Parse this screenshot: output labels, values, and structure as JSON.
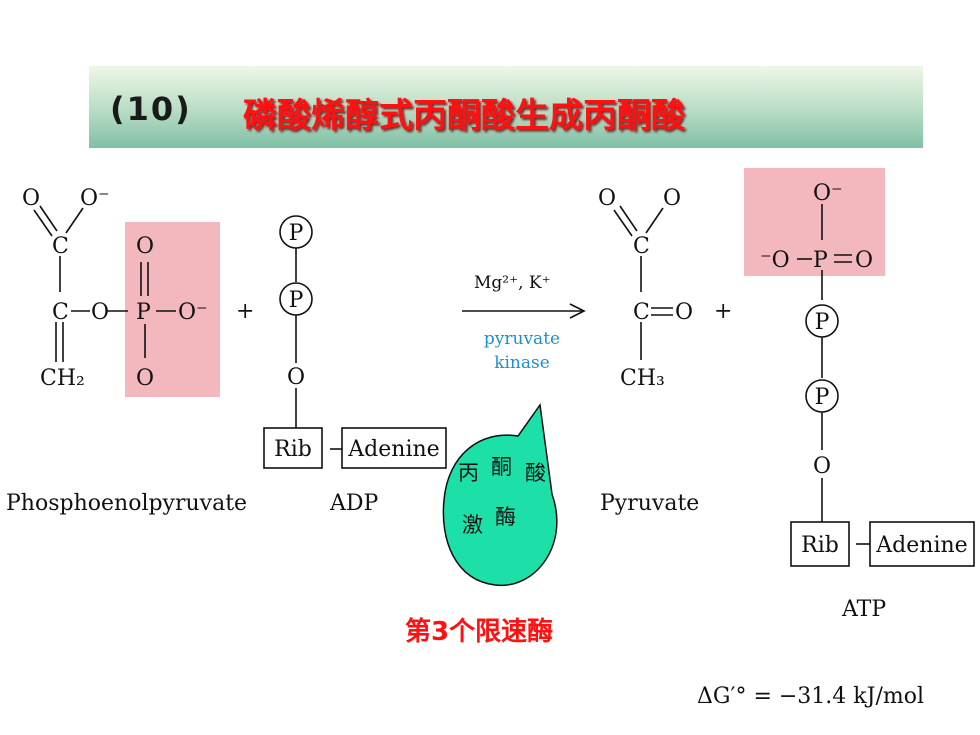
{
  "title": {
    "number": "(10)",
    "text": "磷酸烯醇式丙酮酸生成丙酮酸"
  },
  "pep": {
    "o_top": "O",
    "o_minus_top": "O⁻",
    "c1": "C",
    "c2": "C",
    "ch2": "CH₂",
    "o_bridge": "O",
    "p": "P",
    "o_up": "O",
    "o_minus_right": "O⁻",
    "o_down": "O",
    "name": "Phosphoenolpyruvate"
  },
  "adp": {
    "p1": "P",
    "p2": "P",
    "o": "O",
    "rib": "Rib",
    "adenine": "Adenine",
    "name": "ADP"
  },
  "plus_1": "+",
  "plus_2": "+",
  "arrow": {
    "cofactors": "Mg²⁺, K⁺",
    "enzyme_line1": "pyruvate",
    "enzyme_line2": "kinase",
    "enzyme_color": "#1a8fd6"
  },
  "pyruvate": {
    "o_top": "O",
    "o_right": "O",
    "c1": "C",
    "c2": "C",
    "o_keto": "O",
    "ch3": "CH₃",
    "name": "Pyruvate"
  },
  "atp": {
    "o_top": "O⁻",
    "o_left": "⁻O",
    "p": "P",
    "o_right": "O",
    "p2": "P",
    "p3": "P",
    "o": "O",
    "rib": "Rib",
    "adenine": "Adenine",
    "name": "ATP"
  },
  "bubble": {
    "col1": "丙激",
    "col2": "酮酶",
    "col3": "酸",
    "color": "#1de0a8"
  },
  "rate_label": "第3个限速酶",
  "delta_g": "ΔG′° = −31.4 kJ/mol",
  "highlight_color": "#f2b8bd"
}
